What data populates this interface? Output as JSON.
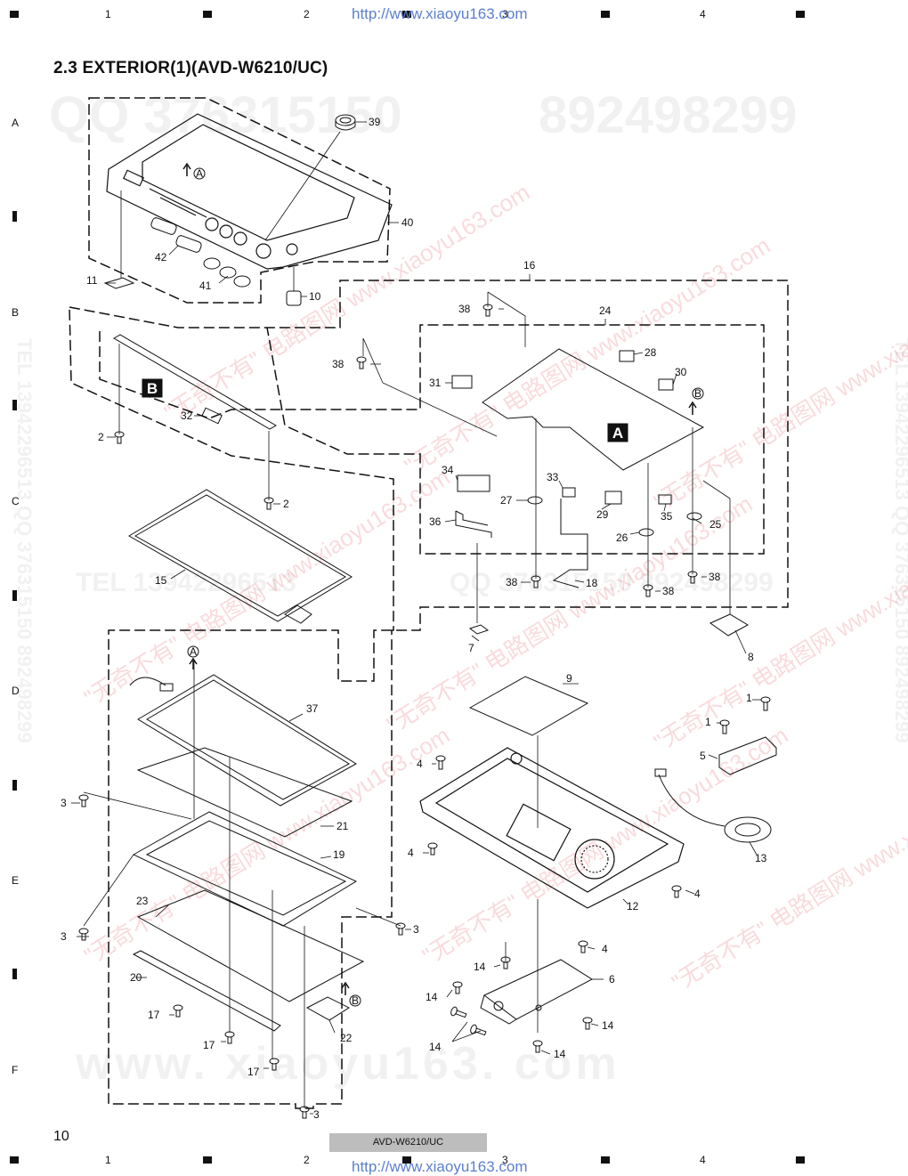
{
  "header": {
    "url": "http://www.xiaoyu163.com",
    "title": "2.3 EXTERIOR(1)(AVD-W6210/UC)"
  },
  "ruler": {
    "columns": [
      "1",
      "2",
      "3",
      "4"
    ],
    "rows": [
      "A",
      "B",
      "C",
      "D",
      "E",
      "F"
    ]
  },
  "watermarks": {
    "qq": "QQ 376315150",
    "qq2": "892498299",
    "tel": "TEL 13942296513",
    "qq_mid": "QQ 376315150  892498299",
    "site": "www. xiaoyu163. com",
    "side_right": "TEL 13942296513  QQ 376315150  892498299",
    "side_left": "TEL 13942296513  QQ 376315150  892498299",
    "red": "\"无奇不有\" 电路图网 www.xiaoyu163.com"
  },
  "diagram": {
    "box_labels": {
      "a": "A",
      "b": "B"
    },
    "callouts": [
      "1",
      "2",
      "3",
      "4",
      "5",
      "6",
      "7",
      "8",
      "9",
      "10",
      "11",
      "12",
      "13",
      "14",
      "15",
      "16",
      "17",
      "18",
      "19",
      "20",
      "21",
      "22",
      "23",
      "24",
      "25",
      "26",
      "27",
      "28",
      "29",
      "30",
      "31",
      "32",
      "33",
      "34",
      "35",
      "36",
      "37",
      "38",
      "39",
      "40",
      "41",
      "42"
    ],
    "circle_a": "A",
    "circle_b": "B"
  },
  "footer": {
    "page_number": "10",
    "model": "AVD-W6210/UC",
    "url": "http://www.xiaoyu163.com"
  }
}
